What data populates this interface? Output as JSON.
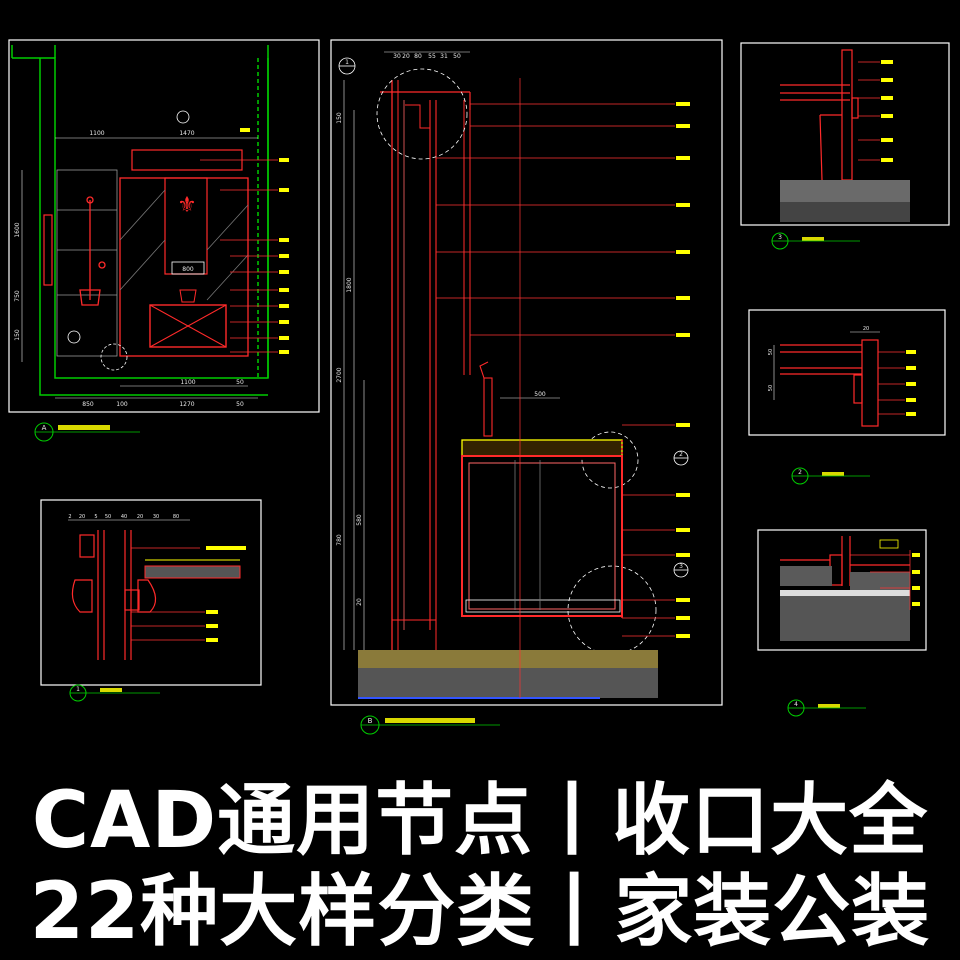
{
  "colors": {
    "background": "#000000",
    "frame": "#ffffff",
    "wall": "#00cc00",
    "detail": "#ff2a2a",
    "dimension": "#e8e8e8",
    "annotation": "#ffff00",
    "leader": "#ff3333",
    "concrete": "#555555",
    "floor_blue": "#3355ff",
    "headline_text": "#ffffff"
  },
  "headline": {
    "line1": "CAD通用节点丨收口大全",
    "line2": "22种大样分类丨家装公装"
  },
  "drawings": {
    "elevation_a": {
      "marker": "A",
      "dim_top": [
        "1100",
        "1470"
      ],
      "dim_side": [
        "1600",
        "750",
        "150"
      ],
      "dim_bottom": [
        "850",
        "100",
        "1270",
        "50"
      ],
      "dim_inner": [
        "1100",
        "50",
        "800"
      ]
    },
    "section_b": {
      "marker": "B",
      "dim_top": [
        "30",
        "20",
        "80",
        "55",
        "31",
        "50"
      ],
      "dim_side": [
        "1800",
        "2700",
        "780",
        "580",
        "20",
        "150"
      ],
      "dim_cabinet": [
        "500"
      ],
      "detail_markers": [
        "1",
        "2",
        "3"
      ]
    },
    "detail_1": {
      "marker": "1",
      "dim_top": [
        "2",
        "20",
        "5",
        "50",
        "40",
        "20",
        "30",
        "80"
      ]
    },
    "detail_2": {
      "marker": "2",
      "dim_top": [
        "20"
      ],
      "dim_side": [
        "50",
        "50"
      ]
    },
    "detail_3": {
      "marker": "3"
    },
    "detail_4": {
      "marker": "4"
    }
  }
}
